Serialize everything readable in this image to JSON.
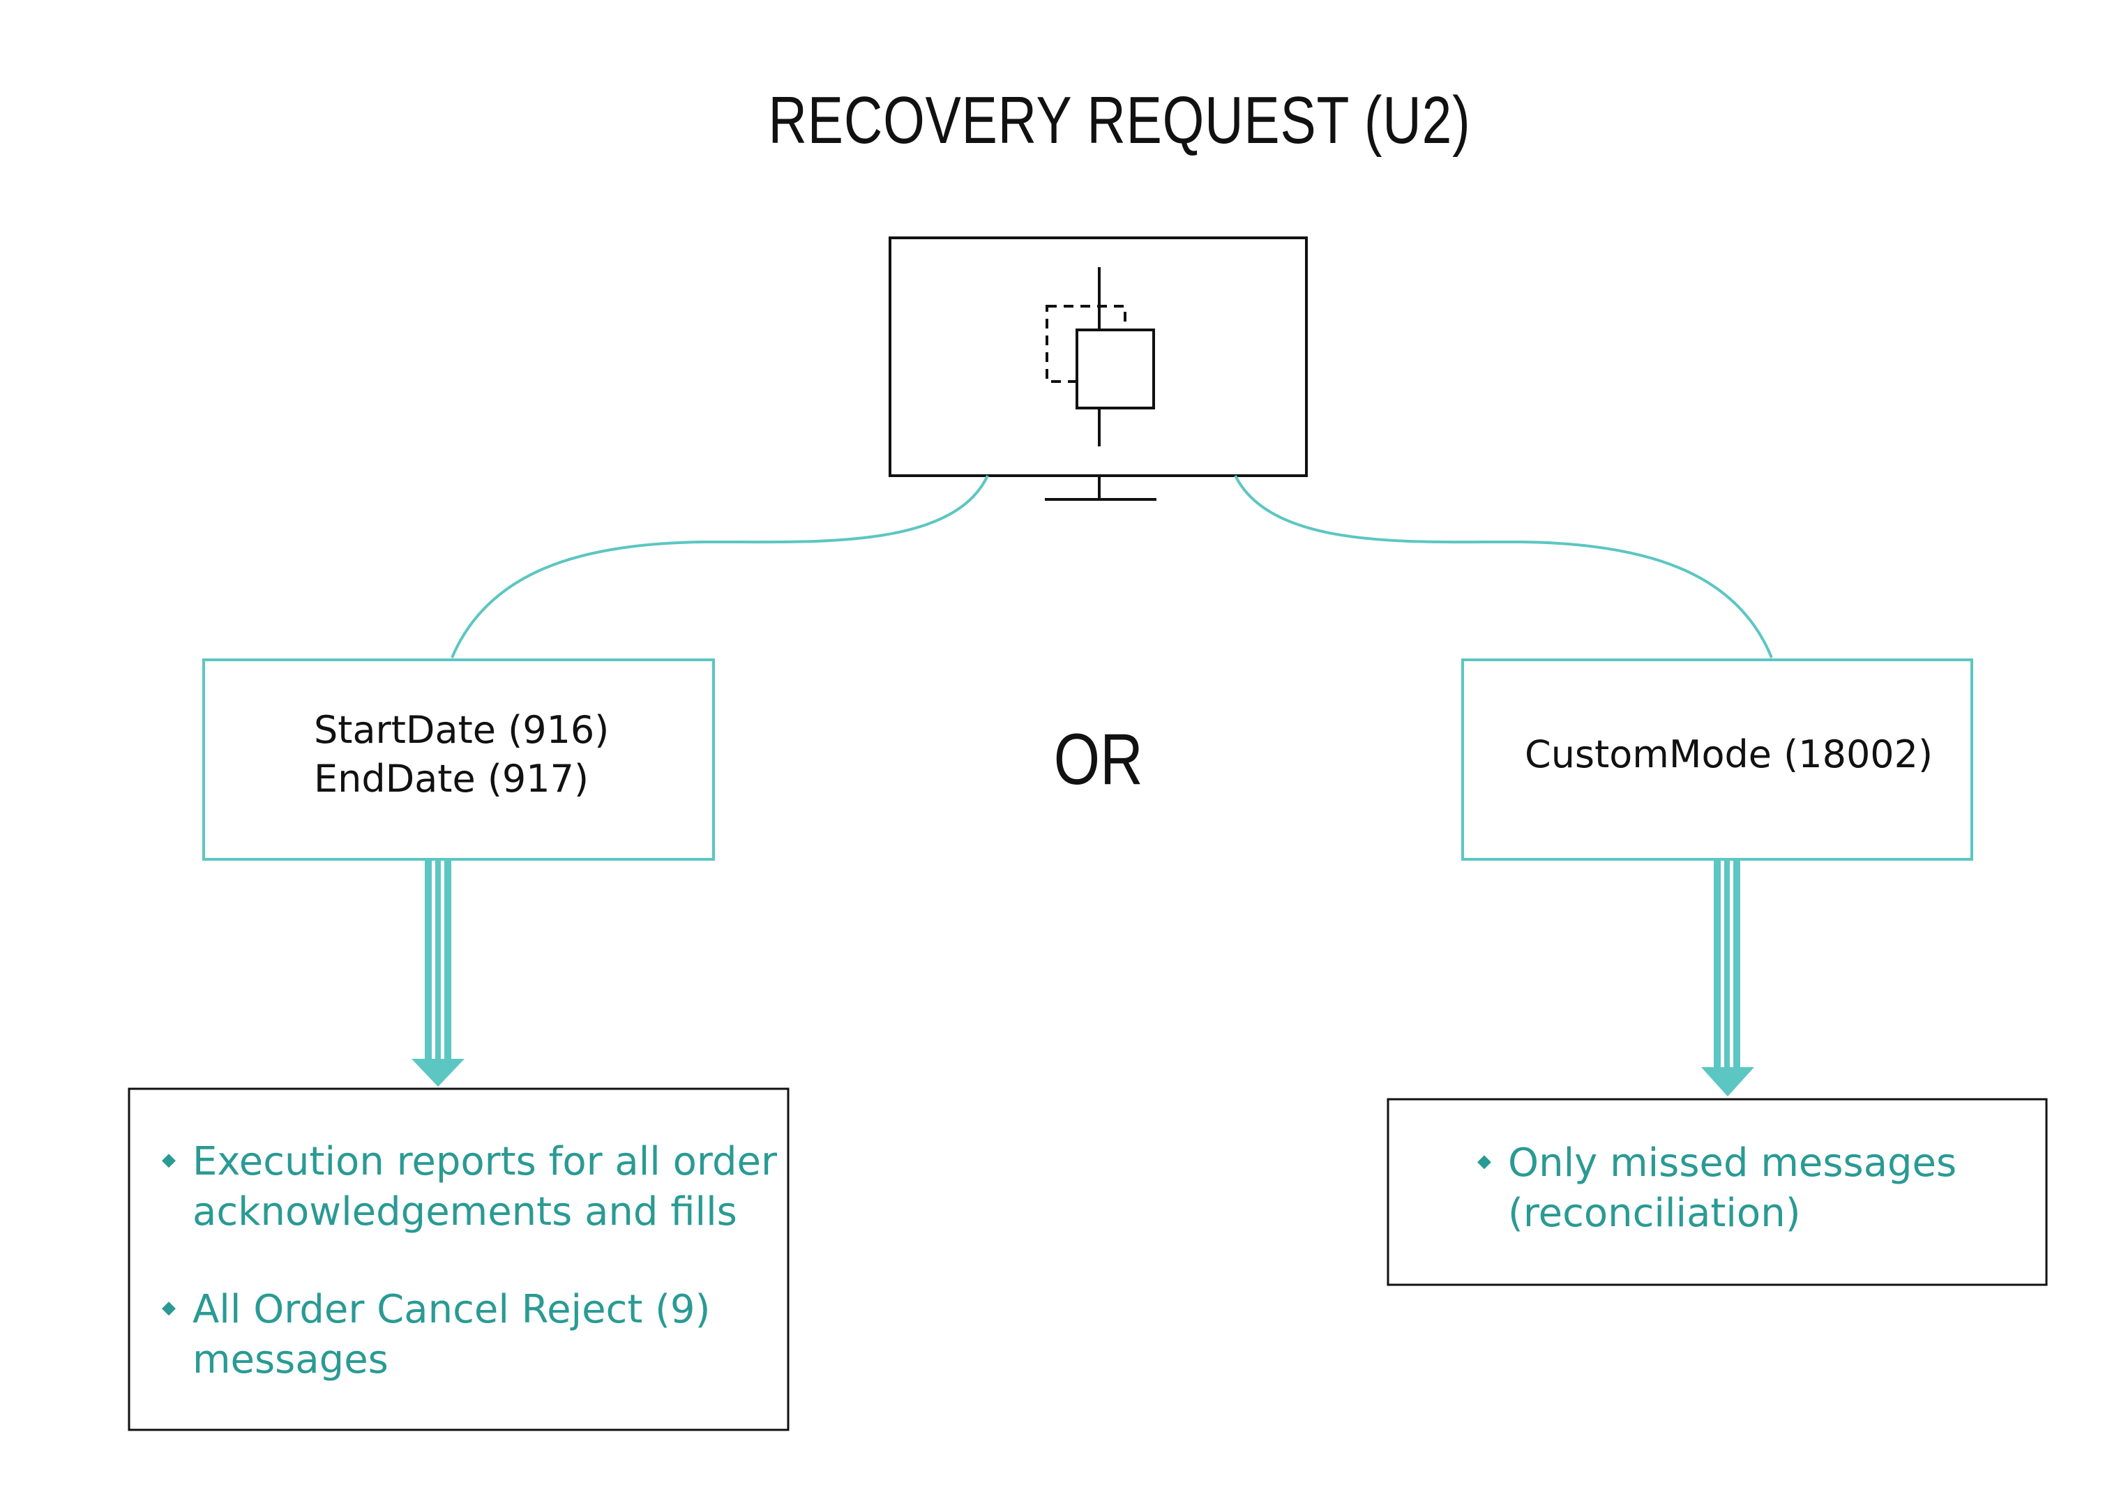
{
  "title": "RECOVERY REQUEST (U2)",
  "or_label": "OR",
  "left_box": {
    "lines": [
      "StartDate (916)",
      "EndDate (917)"
    ]
  },
  "right_box": {
    "lines": [
      "CustomMode (18002)"
    ]
  },
  "left_output": {
    "items": [
      {
        "lines": [
          "Execution reports for all order",
          "acknowledgements and fills"
        ]
      },
      {
        "lines": [
          "All Order Cancel Reject (9)",
          "messages"
        ]
      }
    ]
  },
  "right_output": {
    "items": [
      {
        "lines": [
          "Only missed messages",
          "(reconciliation)"
        ]
      }
    ]
  },
  "colors": {
    "accent": "#5cc6c2",
    "accent_text": "#2a9a94",
    "ink": "#111111"
  },
  "icons": [
    "monitor-icon",
    "candlestick-icon"
  ]
}
